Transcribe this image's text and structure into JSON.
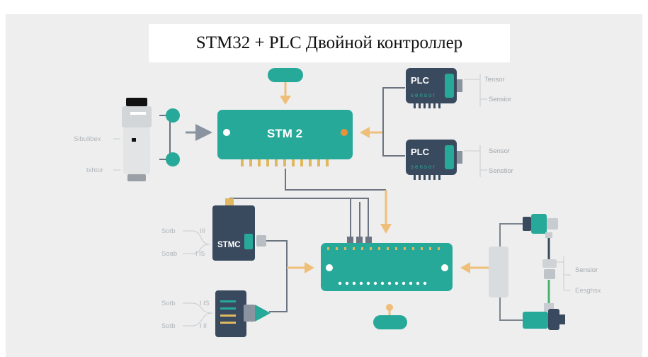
{
  "title": "STM32 + PLC Двойной контроллер",
  "colors": {
    "background": "#eeeeee",
    "teal": "#27a99a",
    "navy": "#3a4a5e",
    "orange_arrow": "#efbf7a",
    "pin_gold": "#e0b860",
    "line_gray": "#6b7480",
    "label_gray": "#a3a8ad"
  },
  "blocks": {
    "stm_main": {
      "label": "STM 2"
    },
    "stmc": {
      "label": "STMC"
    },
    "plc_top": {
      "label": "PLC",
      "sublabel": "sensor"
    },
    "plc_bottom": {
      "label": "PLC",
      "sublabel": "sensor"
    }
  },
  "labels": {
    "plc_top_1": "Tensor",
    "plc_top_2": "Sensior",
    "plc_bottom_1": "Sensor",
    "plc_bottom_2": "Senstior",
    "left_1": "Sibulibex",
    "left_2": "txhtor",
    "stmc_left_1": "Sotb",
    "stmc_left_2": "Soab",
    "stmc_mid_1": "III",
    "stmc_mid_2": "I IS",
    "conn_left_1": "Sotb",
    "conn_left_2": "Sotb",
    "conn_mid_1": "I IS",
    "conn_mid_2": "I II",
    "right_1": "Sensior",
    "right_2": "Eesghsx"
  }
}
